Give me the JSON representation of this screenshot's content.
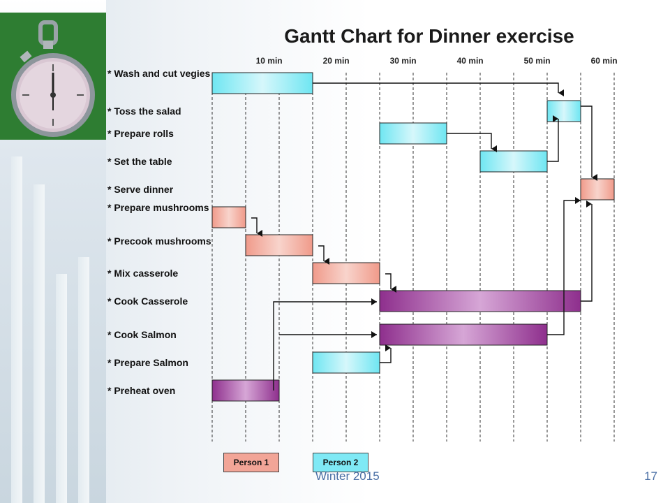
{
  "chart_data": {
    "type": "gantt",
    "title": "Gantt Chart for Dinner exercise",
    "x_ticks": [
      "10 min",
      "20 min",
      "30 min",
      "40 min",
      "50 min",
      "60 min"
    ],
    "xlim": [
      0,
      60
    ],
    "tasks": [
      {
        "label": "*  Wash and cut vegies",
        "start": 0,
        "end": 15,
        "person": 2
      },
      {
        "label": "*  Toss the salad",
        "start": 50,
        "end": 55,
        "person": 2
      },
      {
        "label": "*  Prepare rolls",
        "start": 25,
        "end": 35,
        "person": 2
      },
      {
        "label": "*  Set the table",
        "start": 40,
        "end": 50,
        "person": 2
      },
      {
        "label": "*  Serve dinner",
        "start": 55,
        "end": 60,
        "person": 1
      },
      {
        "label": "*  Prepare mushrooms",
        "start": 0,
        "end": 5,
        "person": 1
      },
      {
        "label": "*  Precook mushrooms",
        "start": 5,
        "end": 15,
        "person": 1
      },
      {
        "label": "*  Mix casserole",
        "start": 15,
        "end": 25,
        "person": 1
      },
      {
        "label": "*  Cook Casserole",
        "start": 25,
        "end": 55,
        "person": 0
      },
      {
        "label": "*  Cook Salmon",
        "start": 25,
        "end": 50,
        "person": 0
      },
      {
        "label": "*  Prepare Salmon",
        "start": 15,
        "end": 25,
        "person": 2
      },
      {
        "label": "*  Preheat oven",
        "start": 0,
        "end": 10,
        "person": 0
      }
    ],
    "legend": [
      {
        "name": "Person  1",
        "color": "#f2a597"
      },
      {
        "name": "Person  2",
        "color": "#7fe9f5"
      }
    ],
    "colors": {
      "person1": "#f2a597",
      "person2": "#7fe9f5",
      "oven": "#a0449f"
    }
  },
  "footer": {
    "text": "Winter 2015",
    "page": "17"
  }
}
